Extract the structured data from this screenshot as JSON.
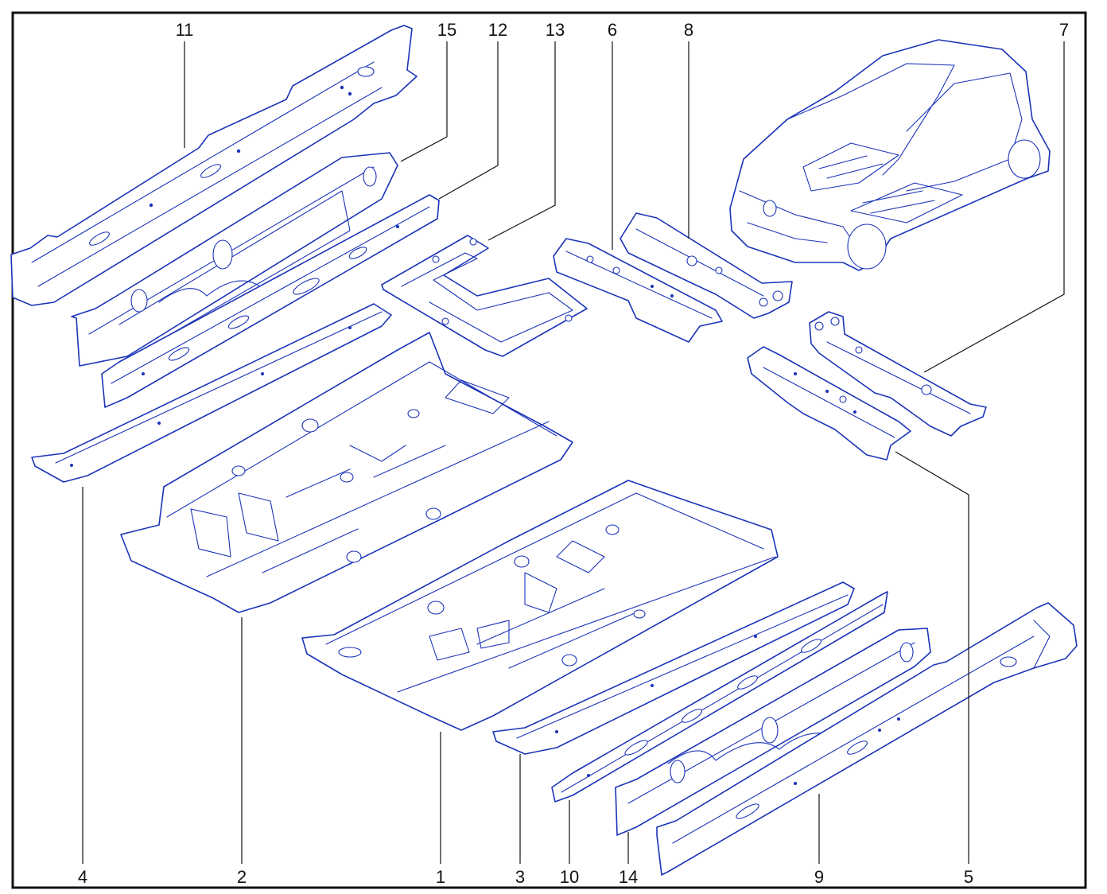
{
  "colors": {
    "ink": "#1a33b8",
    "frame": "#111111",
    "background": "#ffffff"
  },
  "callouts": {
    "c1": "1",
    "c2": "2",
    "c3": "3",
    "c4": "4",
    "c5": "5",
    "c6": "6",
    "c7": "7",
    "c8": "8",
    "c9": "9",
    "c10": "10",
    "c11": "11",
    "c12": "12",
    "c13": "13",
    "c14": "14",
    "c15": "15"
  }
}
